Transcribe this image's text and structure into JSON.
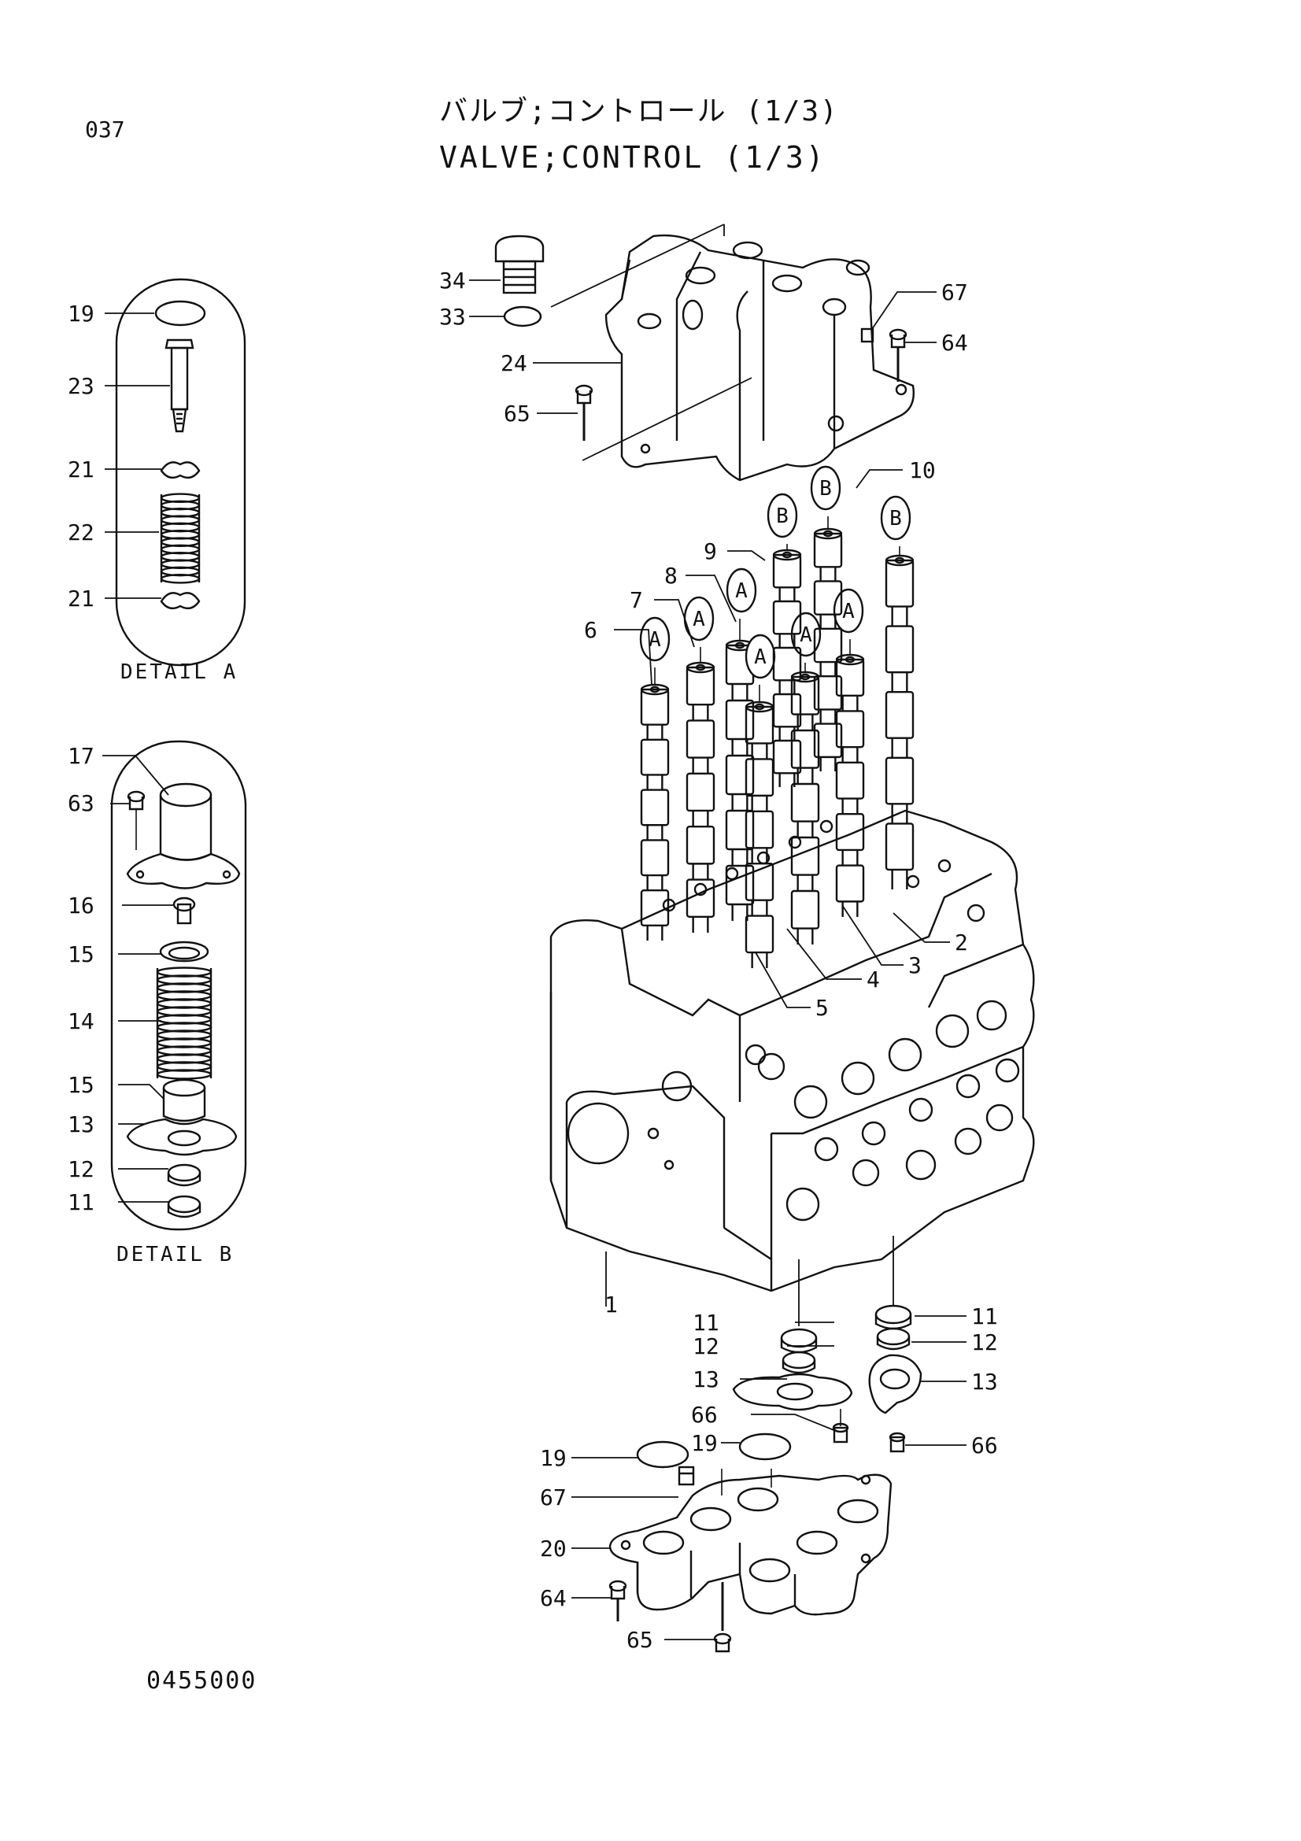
{
  "page_number": "037",
  "title_jp": "バルブ;コントロール (1/3)",
  "title_en": "VALVE;CONTROL (1/3)",
  "drawing_number": "0455000",
  "details": {
    "a_title": "DETAIL A",
    "b_title": "DETAIL B"
  },
  "detail_a_callouts": [
    "19",
    "23",
    "21",
    "22",
    "21"
  ],
  "detail_b_callouts": [
    "17",
    "63",
    "16",
    "15",
    "14",
    "15",
    "13",
    "12",
    "11"
  ],
  "main_callouts": [
    "34",
    "33",
    "24",
    "65",
    "67",
    "64",
    "10",
    "9",
    "8",
    "7",
    "6",
    "2",
    "3",
    "4",
    "5",
    "1",
    "11",
    "12",
    "13",
    "66",
    "11",
    "12",
    "13",
    "66",
    "19",
    "19",
    "67",
    "20",
    "64",
    "65"
  ],
  "spool_markers": [
    "A",
    "A",
    "A",
    "A",
    "A",
    "A",
    "B",
    "B",
    "B"
  ],
  "colors": {
    "ink": "#111111",
    "paper": "#ffffff"
  }
}
